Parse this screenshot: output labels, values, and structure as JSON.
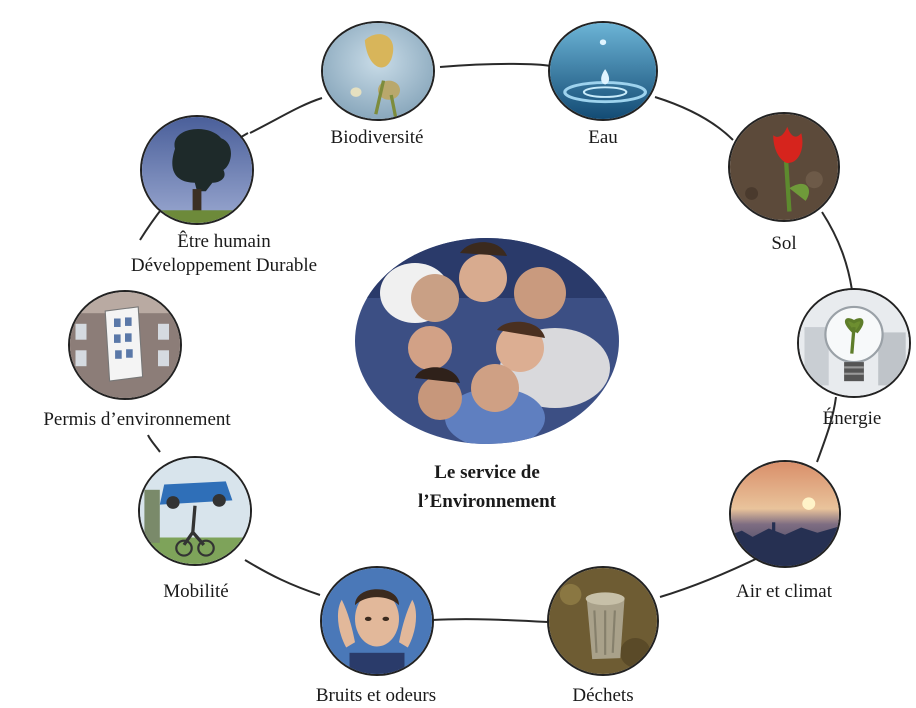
{
  "center": {
    "title_line1": "Le service de",
    "title_line2": "l’Environnement",
    "photo_icon": "group-of-people-photo"
  },
  "topics": [
    {
      "id": "biodiversite",
      "label": "Biodiversité",
      "icon": "butterfly-flowers-photo"
    },
    {
      "id": "eau",
      "label": "Eau",
      "icon": "water-drop-photo"
    },
    {
      "id": "sol",
      "label": "Sol",
      "icon": "tulip-in-soil-photo"
    },
    {
      "id": "energie",
      "label": "Énergie",
      "icon": "light-bulb-plant-photo"
    },
    {
      "id": "air",
      "label": "Air et climat",
      "icon": "city-sunset-photo"
    },
    {
      "id": "dechets",
      "label": "Déchets",
      "icon": "trash-can-photo"
    },
    {
      "id": "bruits",
      "label": "Bruits et odeurs",
      "icon": "man-covering-ears-photo"
    },
    {
      "id": "mobilite",
      "label": "Mobilité",
      "icon": "car-on-cyclist-photo"
    },
    {
      "id": "permis",
      "label": "Permis d’environnement",
      "icon": "permit-document-building-photo"
    },
    {
      "id": "humain",
      "label_line1": "Être humain",
      "label_line2": "Développement Durable",
      "icon": "tree-head-photo"
    }
  ],
  "colors": {
    "ring": "#2a2a2a",
    "text": "#1a1a1a"
  }
}
